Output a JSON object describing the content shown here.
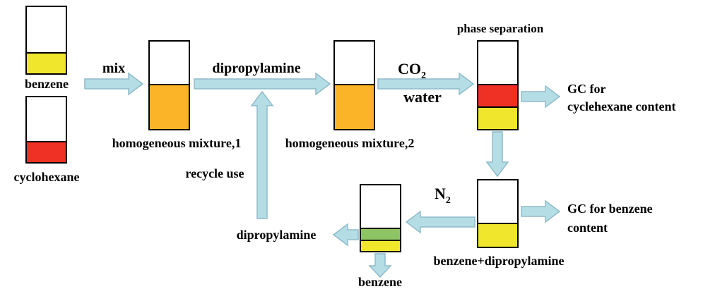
{
  "colors": {
    "arrow_fill": "#b5dde6",
    "arrow_stroke": "#8fbcc8",
    "benzene_yellow": "#f0e62c",
    "cyclohexane_red": "#ee3124",
    "mixture_orange": "#fbb427",
    "dipropylamine_green": "#8dc564",
    "outline": "#000000"
  },
  "labels": {
    "benzene_input": "benzene",
    "cyclohexane_input": "cyclohexane",
    "mix": "mix",
    "mixture1": "homogeneous mixture,1",
    "dipropylamine_add": "dipropylamine",
    "mixture2": "homogeneous mixture,2",
    "recycle": "recycle use",
    "co2_main": "CO",
    "co2_sub": "2",
    "water": "water",
    "phase_separation": "phase separation",
    "gc_cyclohexane_line1": "GC for",
    "gc_cyclohexane_line2": "cyclehexane content",
    "gc_benzene_line1": "GC for benzene",
    "gc_benzene_line2": "content",
    "n2_main": "N",
    "n2_sub": "2",
    "benzene_dipropylamine": "benzene+dipropylamine",
    "dipropylamine_out": "dipropylamine",
    "benzene_out": "benzene"
  }
}
